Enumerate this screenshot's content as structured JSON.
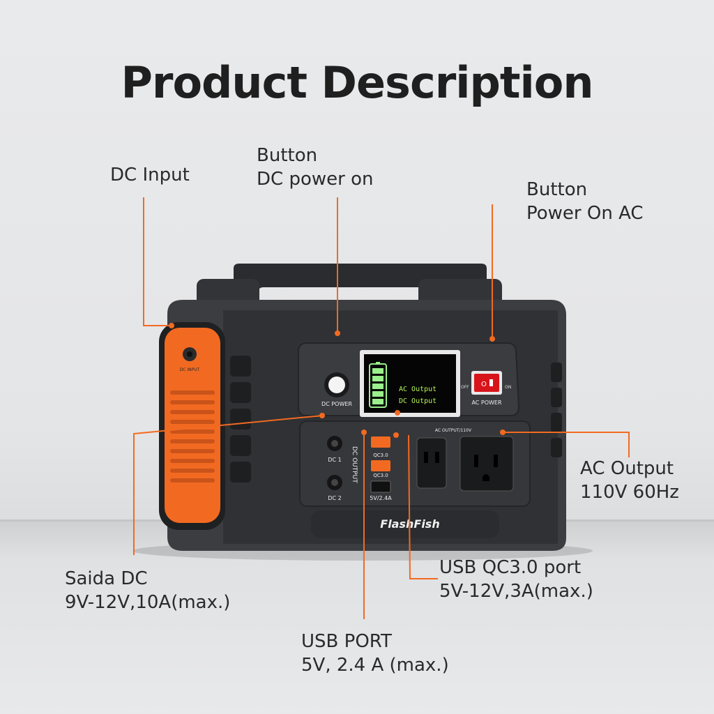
{
  "title": "Product Description",
  "callouts": {
    "dc_input": {
      "line1": "DC Input"
    },
    "dc_button": {
      "line1": "Button",
      "line2": "DC power on"
    },
    "ac_button": {
      "line1": "Button",
      "line2": "Power On AC"
    },
    "ac_output": {
      "line1": "AC Output",
      "line2": "110V 60Hz"
    },
    "saida_dc": {
      "line1": "Saida DC",
      "line2": "9V-12V,10A(max.)"
    },
    "usb_qc": {
      "line1": "USB QC3.0 port",
      "line2": "5V-12V,3A(max.)"
    },
    "usb_port": {
      "line1": "USB PORT",
      "line2": "5V, 2.4 A (max.)"
    }
  },
  "device": {
    "brand": "FlashFish",
    "dc_input_label": "DC INPUT",
    "dc_power_label": "DC POWER",
    "ac_power_label": "AC POWER",
    "off_label": "OFF",
    "on_label": "ON",
    "switch_o": "O",
    "switch_i": "I",
    "screen_line1": "AC Output",
    "screen_line2": "DC Output",
    "dc1_label": "DC 1",
    "dc2_label": "DC 2",
    "dc_output_label": "DC OUTPUT",
    "qc1_label": "QC3.0",
    "qc2_label": "QC3.0",
    "usb_label": "5V/2.4A",
    "ac_output_label": "AC OUTPUT/110V"
  },
  "colors": {
    "accent": "#f26a21",
    "body": "#3a3c40",
    "panel": "#2d2f33",
    "screen_text": "#b8f25a"
  }
}
